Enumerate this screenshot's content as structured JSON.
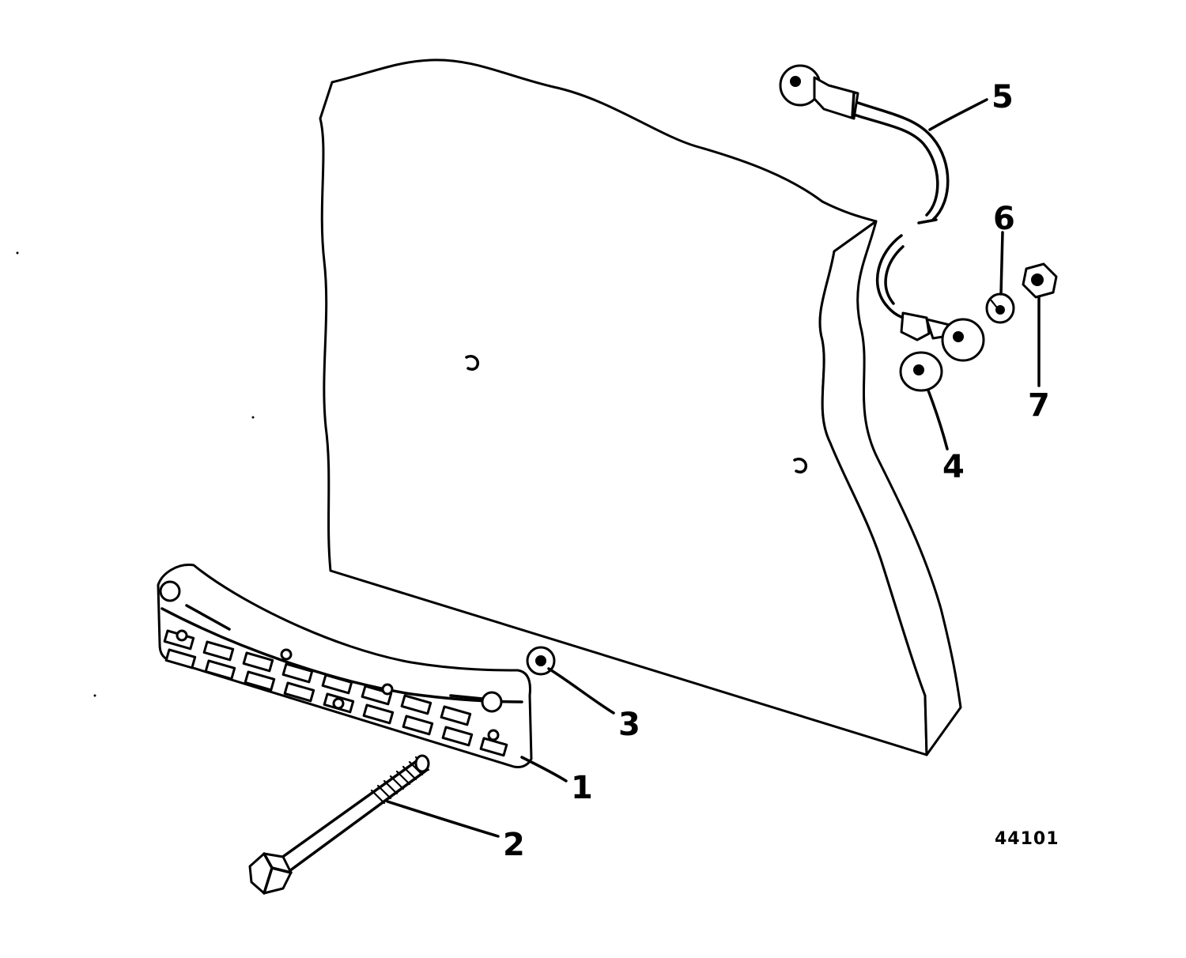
{
  "callouts": [
    {
      "id": "1",
      "label": "1"
    },
    {
      "id": "2",
      "label": "2"
    },
    {
      "id": "3",
      "label": "3"
    },
    {
      "id": "4",
      "label": "4"
    },
    {
      "id": "5",
      "label": "5"
    },
    {
      "id": "6",
      "label": "6"
    },
    {
      "id": "7",
      "label": "7"
    }
  ],
  "figure_id": "44101"
}
